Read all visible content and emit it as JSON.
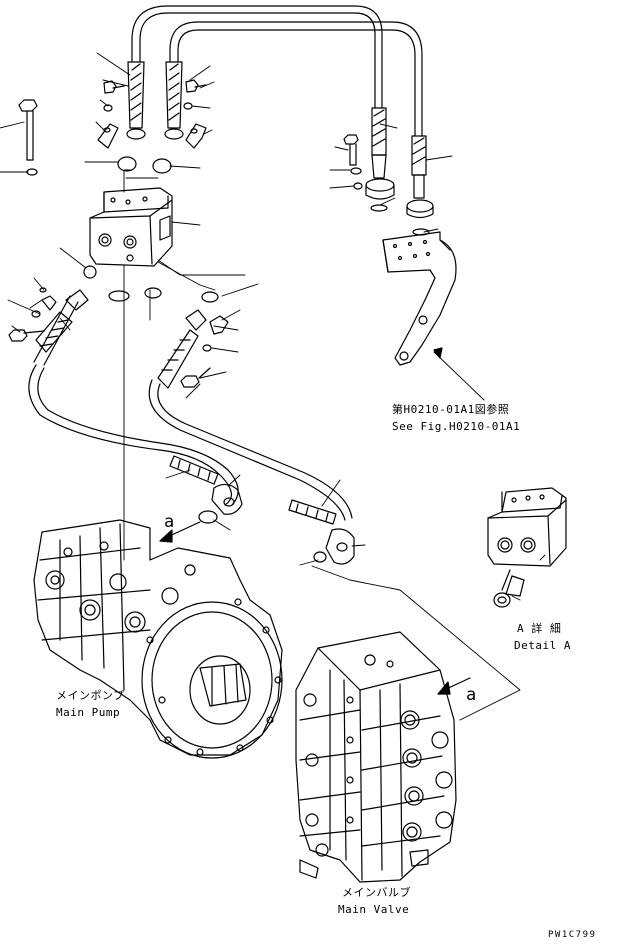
{
  "labels": {
    "ref_jp": "第H0210-01A1図参照",
    "ref_en": "See Fig.H0210-01A1",
    "detail_jp": "A 詳 細",
    "detail_en": "Detail A",
    "pump_jp": "メインポンプ",
    "pump_en": "Main Pump",
    "valve_jp": "メインバルブ",
    "valve_en": "Main Valve",
    "view_a_1": "a",
    "view_a_2": "a",
    "figure_code": "PW1C799"
  },
  "colors": {
    "ink": "#000000",
    "paper": "#ffffff"
  }
}
